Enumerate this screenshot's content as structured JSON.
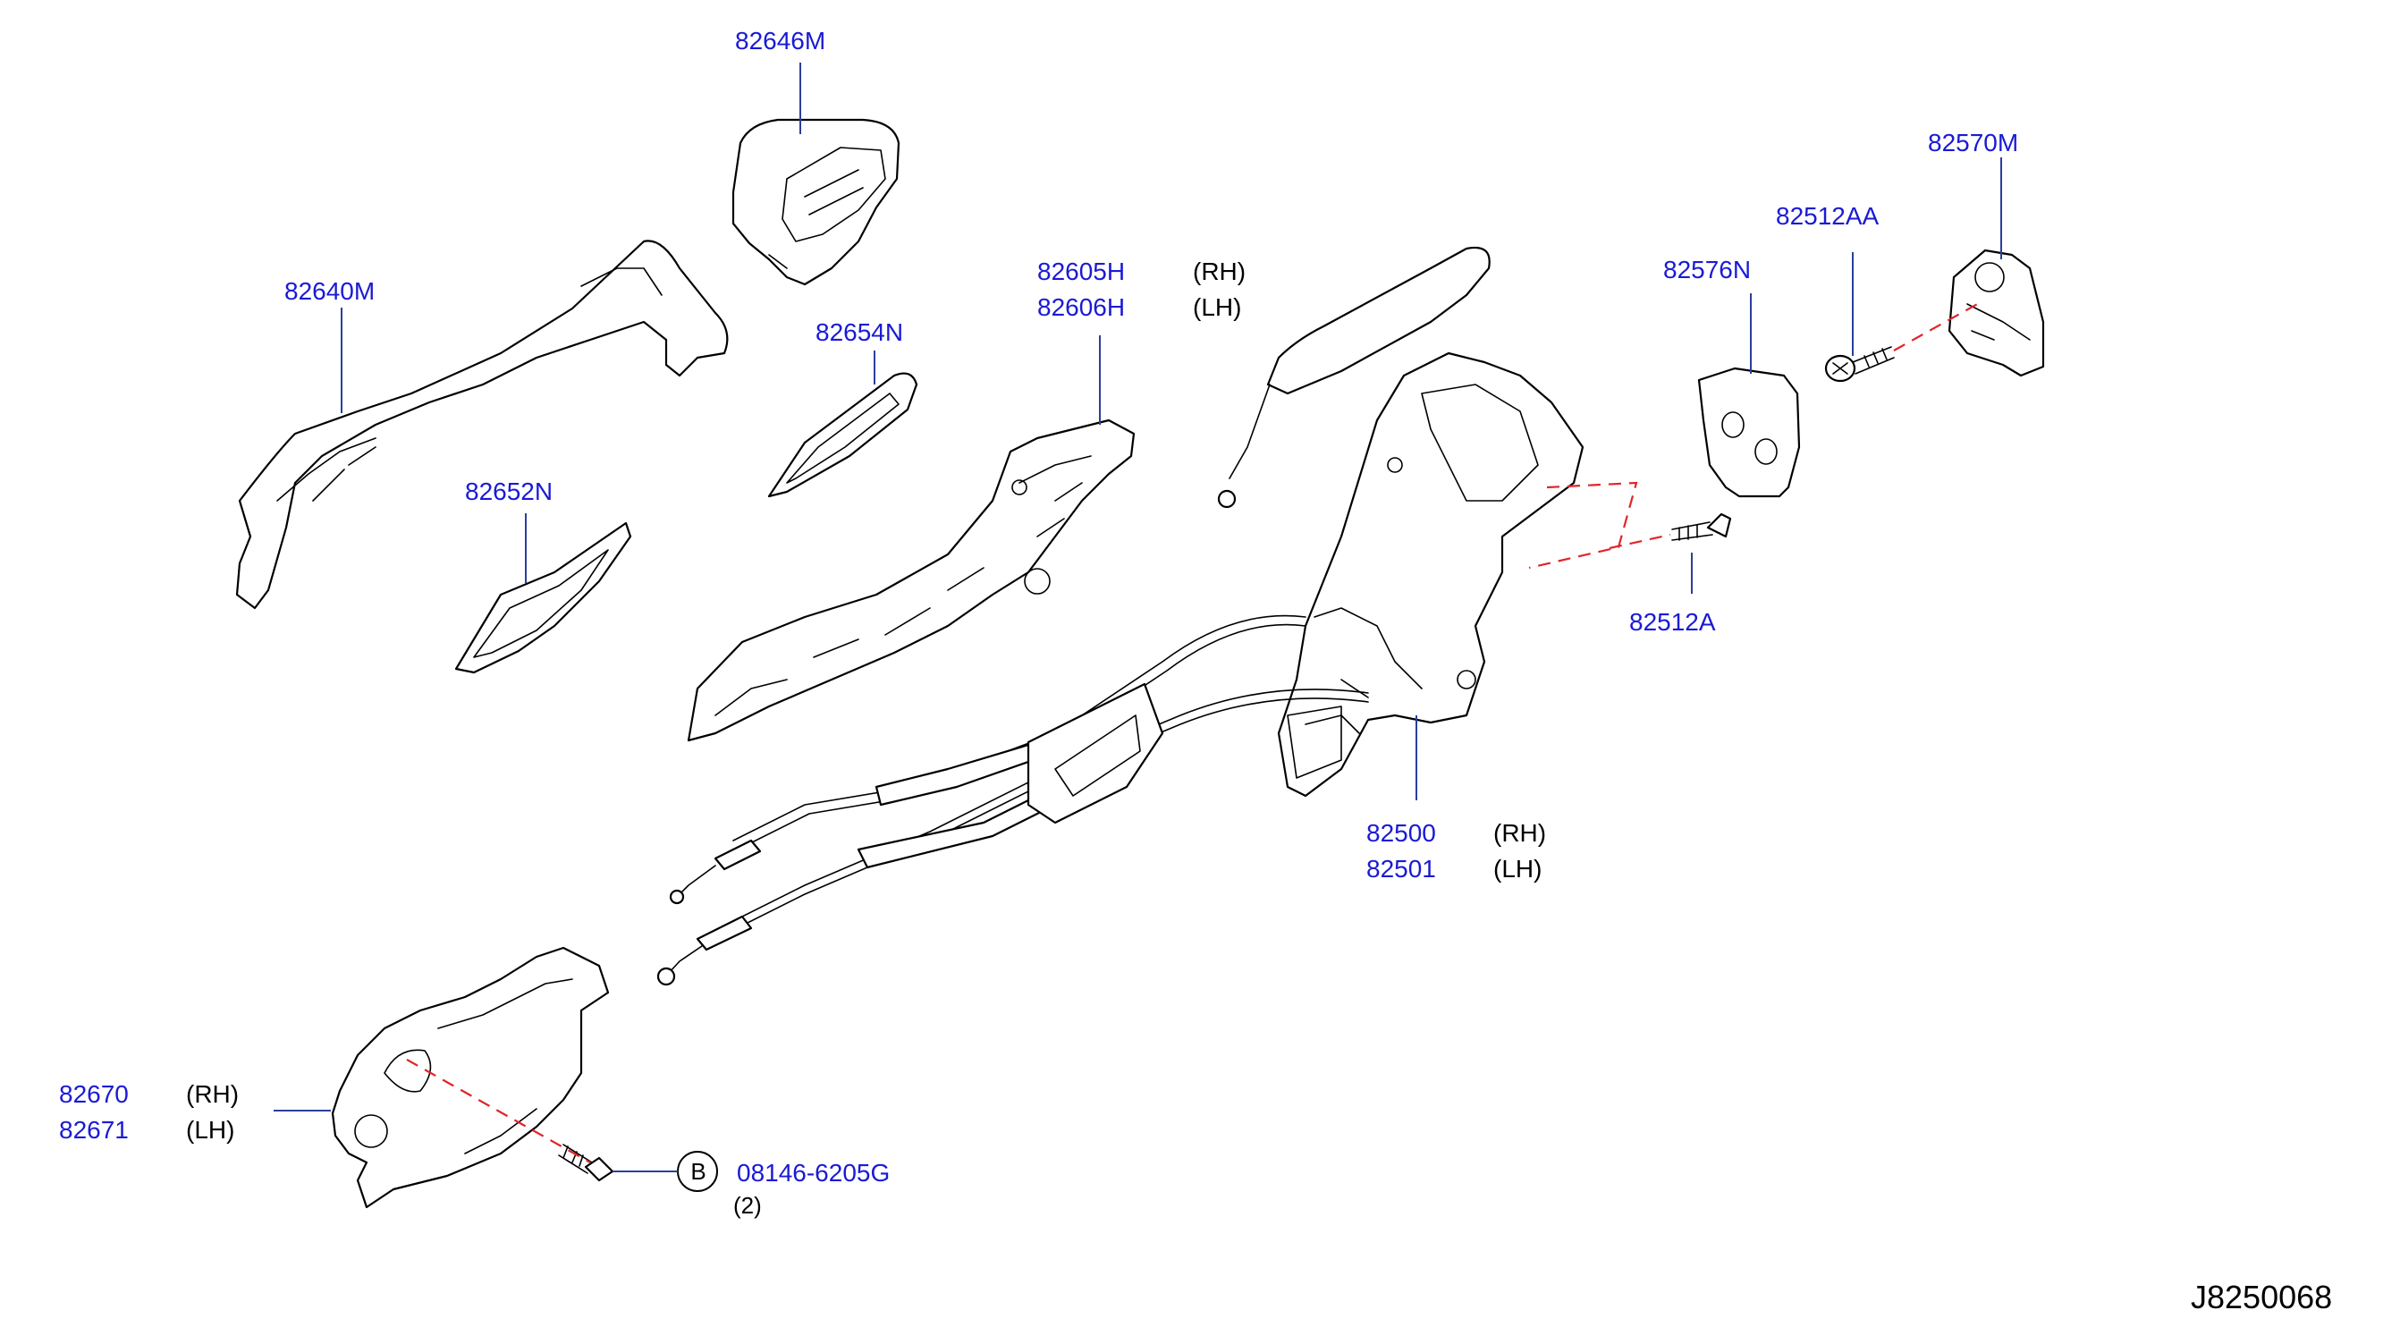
{
  "colors": {
    "part_number": "#1a1ad6",
    "annotation": "#000000",
    "leader_line": "#2b3f9a",
    "alignment_line": "#e0252b"
  },
  "parts": {
    "p82646M": {
      "number": "82646M"
    },
    "p82640M": {
      "number": "82640M"
    },
    "p82654N": {
      "number": "82654N"
    },
    "p82652N": {
      "number": "82652N"
    },
    "p82605H": {
      "number": "82605H",
      "side": "(RH)"
    },
    "p82606H": {
      "number": "82606H",
      "side": "(LH)"
    },
    "p82576N": {
      "number": "82576N"
    },
    "p82512AA": {
      "number": "82512AA"
    },
    "p82570M": {
      "number": "82570M"
    },
    "p82512A": {
      "number": "82512A"
    },
    "p82500": {
      "number": "82500",
      "side": "(RH)"
    },
    "p82501": {
      "number": "82501",
      "side": "(LH)"
    },
    "p82670": {
      "number": "82670",
      "side": "(RH)"
    },
    "p82671": {
      "number": "82671",
      "side": "(LH)"
    },
    "bolt": {
      "marker": "B",
      "number": "08146-6205G",
      "qty": "(2)"
    }
  },
  "diagram_ref": "J8250068"
}
